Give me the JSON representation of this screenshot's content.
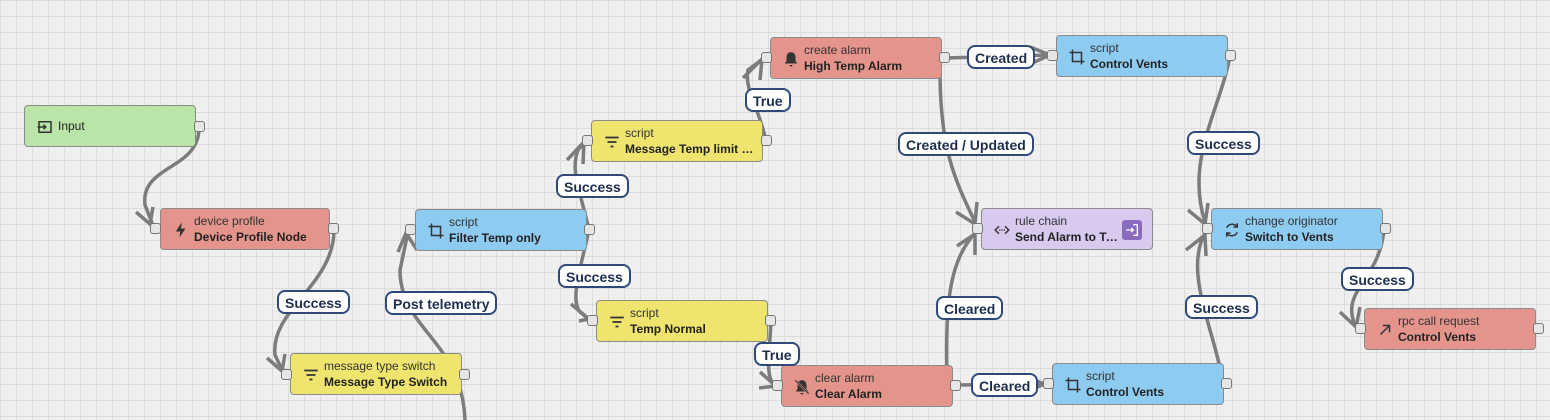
{
  "colors": {
    "input": "#b9e5a8",
    "action": "#e5948c",
    "filter": "#efe46e",
    "transform": "#8ecbf0",
    "flow": "#d8c9ef",
    "badge": "#8a6cbf"
  },
  "nodes": {
    "input": {
      "name": "Input",
      "icon": "input-icon"
    },
    "device_profile": {
      "type": "device profile",
      "name": "Device Profile Node",
      "icon": "bolt-icon"
    },
    "message_type_switch": {
      "type": "message type switch",
      "name": "Message Type Switch",
      "icon": "filter-icon"
    },
    "filter_temp": {
      "type": "script",
      "name": "Filter Temp only",
      "icon": "crop-icon"
    },
    "temp_limit": {
      "type": "script",
      "name": "Message Temp limit e...",
      "icon": "filter-icon"
    },
    "temp_normal": {
      "type": "script",
      "name": "Temp Normal",
      "icon": "filter-icon"
    },
    "create_alarm": {
      "type": "create alarm",
      "name": "High Temp Alarm",
      "icon": "bell-icon"
    },
    "clear_alarm": {
      "type": "clear alarm",
      "name": "Clear Alarm",
      "icon": "bell-off-icon"
    },
    "control_vents_top": {
      "type": "script",
      "name": "Control Vents",
      "icon": "crop-icon"
    },
    "control_vents_bottom": {
      "type": "script",
      "name": "Control Vents",
      "icon": "crop-icon"
    },
    "rule_chain": {
      "type": "rule chain",
      "name": "Send Alarm to Telegr...",
      "icon": "code-icon"
    },
    "change_originator": {
      "type": "change originator",
      "name": "Switch to Vents",
      "icon": "sync-icon"
    },
    "rpc_call": {
      "type": "rpc call request",
      "name": "Control Vents",
      "icon": "arrow-up-right-icon"
    }
  },
  "edge_labels": {
    "success_device_profile": "Success",
    "post_telemetry": "Post telemetry",
    "success_to_temp_limit": "Success",
    "success_to_temp_normal": "Success",
    "true_create": "True",
    "true_clear": "True",
    "created": "Created",
    "created_updated": "Created / Updated",
    "cleared_rule_chain": "Cleared",
    "cleared_vents": "Cleared",
    "success_top_vents": "Success",
    "success_bottom_vents": "Success",
    "success_rpc": "Success"
  }
}
